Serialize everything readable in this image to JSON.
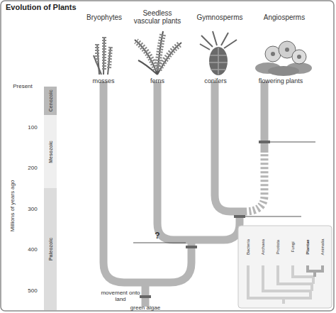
{
  "diagram": {
    "title": "Evolution of Plants",
    "nodes": [
      {
        "text": [
          "Cenozoic"
        ]
      },
      {
        "text": [
          "Mesozoic"
        ]
      },
      {
        "text": [
          "Paleozoic"
        ]
      }
    ],
    "labels": [
      "Bryophytes",
      "Seedless vascular plants",
      "Gymnosperms",
      "Angiosperms",
      "mosses",
      "ferns",
      "conifers",
      "flowering plants",
      "Present",
      "100",
      "200",
      "300",
      "400",
      "500",
      "Millions of years ago",
      "?",
      "movement onto land",
      "green algae",
      "Bacteria",
      "Archaea",
      "Protista",
      "Fungi",
      "Plantae",
      "Animalia"
    ]
  }
}
